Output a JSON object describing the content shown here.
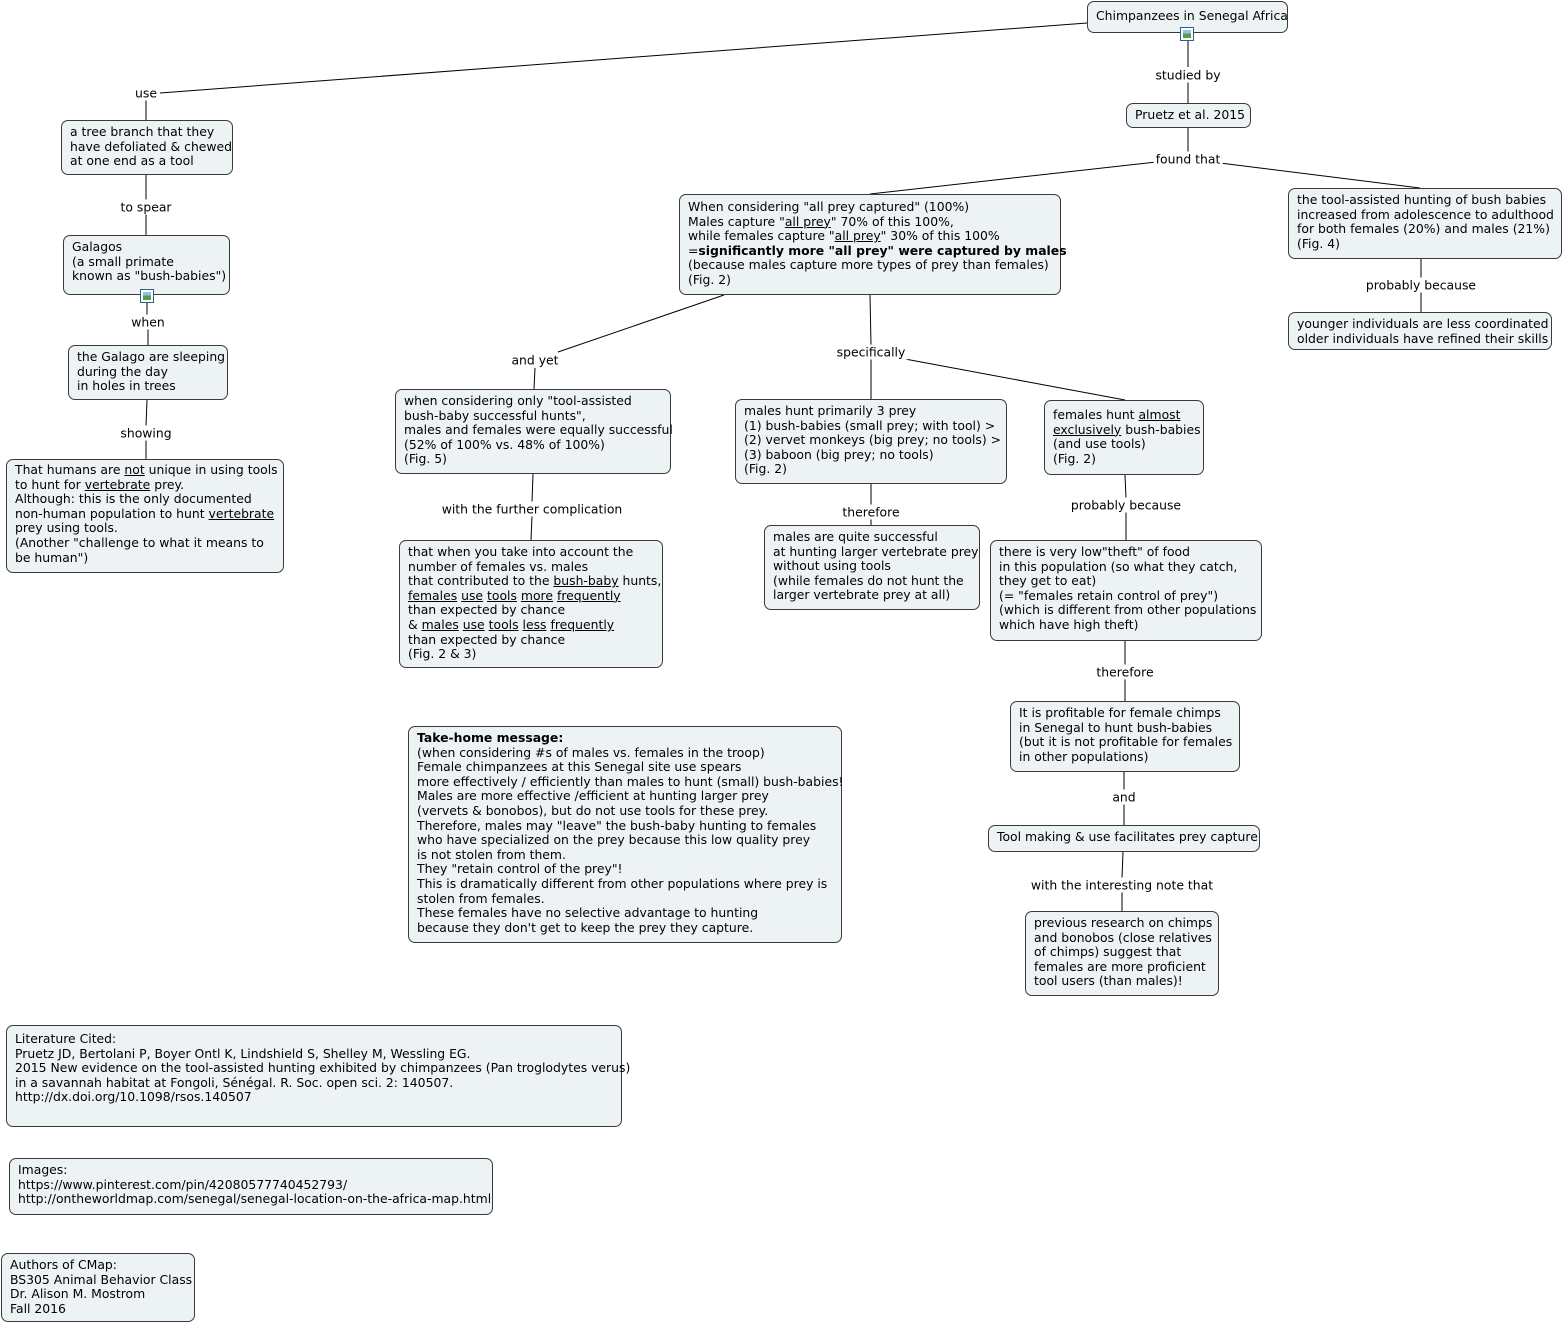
{
  "nodes": {
    "chimps": [
      "Chimpanzees in Senegal Africa"
    ],
    "pruetz": [
      "Pruetz et al. 2015"
    ],
    "branch": [
      "a tree branch that they",
      "have defoliated & chewed",
      "at one end as a tool"
    ],
    "galagos": [
      "Galagos",
      "(a small primate",
      "known as \"bush-babies\")"
    ],
    "sleeping": [
      "the Galago are sleeping",
      "during the day",
      "in holes in trees"
    ],
    "humans": [
      "That humans are |not| unique in using tools",
      "to hunt for |vertebrate| prey.",
      "Although: this is the only documented",
      "non-human population to hunt |vertebrate|",
      "prey using tools.",
      "(Another \"challenge to what it means to",
      "be human\")"
    ],
    "allprey": [
      "When considering \"all prey captured\" (100%)",
      "Males capture \"|all prey|\" 70% of this 100%,",
      "while females capture \"|all prey|\" 30% of this 100%",
      "=*significantly more \"all prey\" were captured by males*",
      "(because males capture more types of prey than females)",
      "(Fig. 2)"
    ],
    "adolescence": [
      "the tool-assisted hunting of bush babies",
      "increased from adolescence to adulthood",
      "for both females (20%) and males (21%)",
      "(Fig. 4)"
    ],
    "younger": [
      "younger individuals are less coordinated",
      "older individuals have refined their skills"
    ],
    "toolassisted": [
      "when considering only \"tool-assisted",
      "bush-baby successful hunts\",",
      "males and females were equally successful",
      "(52% of 100% vs. 48% of 100%)",
      "(Fig. 5)"
    ],
    "males3": [
      "males hunt primarily 3 prey",
      "(1) bush-babies (small prey; with tool) >",
      "(2) vervet monkeys (big prey; no tools) >",
      "(3) baboon (big prey; no tools)",
      "(Fig. 2)"
    ],
    "females": [
      "females hunt |almost|",
      "|exclusively| bush-babies",
      "(and use tools)",
      "(Fig. 2)"
    ],
    "further": [
      "that when you take into account the",
      "number of females vs. males",
      "that contributed to the |bush-baby| hunts,",
      "|females| |use| |tools| |more| |frequently|",
      "than expected by chance",
      "& |males| |use| |tools| |less| |frequently|",
      "than expected by chance",
      "(Fig. 2 & 3)"
    ],
    "larger": [
      "males are quite successful",
      "at hunting larger vertebrate prey",
      "without using tools",
      "(while females do not hunt the",
      "larger vertebrate prey at all)"
    ],
    "theft": [
      "there is very low\"theft\" of food",
      "in this population (so what they catch,",
      "they get to eat)",
      "(= \"females retain control of prey\")",
      "(which is different from other populations",
      "which have high theft)"
    ],
    "profitable": [
      "It is profitable for female chimps",
      "in Senegal to hunt bush-babies",
      "(but it is not profitable for females",
      "in other populations)"
    ],
    "toolmaking": [
      "Tool making & use facilitates prey capture"
    ],
    "previous": [
      "previous research on chimps",
      "and bonobos (close relatives",
      "of chimps) suggest that",
      "females are more proficient",
      "tool users (than males)!"
    ],
    "takehome": [
      "*Take-home message:*",
      "(when considering #s of males vs. females in the troop)",
      "Female chimpanzees at this Senegal site use spears",
      "more effectively / efficiently than males to hunt (small) bush-babies!",
      "Males are more effective /efficient at hunting larger prey",
      "(vervets & bonobos), but do not use tools for these prey.",
      "Therefore, males may \"leave\" the bush-baby hunting to females",
      "who have specialized on the prey because this low quality prey",
      "is not stolen from them.",
      "They \"retain control of the prey\"!",
      "This is dramatically different from other populations where prey is",
      "stolen from females.",
      "These females have no selective advantage to hunting",
      "because they don't get to keep the prey they capture."
    ],
    "literature": [
      "Literature Cited:",
      "Pruetz JD, Bertolani P, Boyer Ontl K, Lindshield S, Shelley M, Wessling EG.",
      "2015 New evidence on the tool-assisted hunting exhibited by chimpanzees (Pan troglodytes verus)",
      " in a savannah habitat at Fongoli, Sénégal. R. Soc. open sci. 2: 140507.",
      "http://dx.doi.org/10.1098/rsos.140507"
    ],
    "images": [
      "Images:",
      "https://www.pinterest.com/pin/420805777404527​93/",
      "http://ontheworldmap.com/senegal/senegal-location-on-the-africa-map.html"
    ],
    "authors": [
      "Authors of CMap:",
      "BS305 Animal Behavior Class",
      "Dr. Alison M. Mostrom",
      "Fall 2016"
    ]
  },
  "labels": {
    "use": "use",
    "studied_by": "studied by",
    "to_spear": "to spear",
    "found_that": "found that",
    "when": "when",
    "probably_because_1": "probably because",
    "and_yet": "and yet",
    "specifically": "specifically",
    "showing": "showing",
    "with_further": "with the further complication",
    "therefore_1": "therefore",
    "probably_because_2": "probably because",
    "therefore_2": "therefore",
    "and": "and",
    "interesting_note": "with the interesting note that"
  },
  "icons": [
    "image-icon"
  ]
}
